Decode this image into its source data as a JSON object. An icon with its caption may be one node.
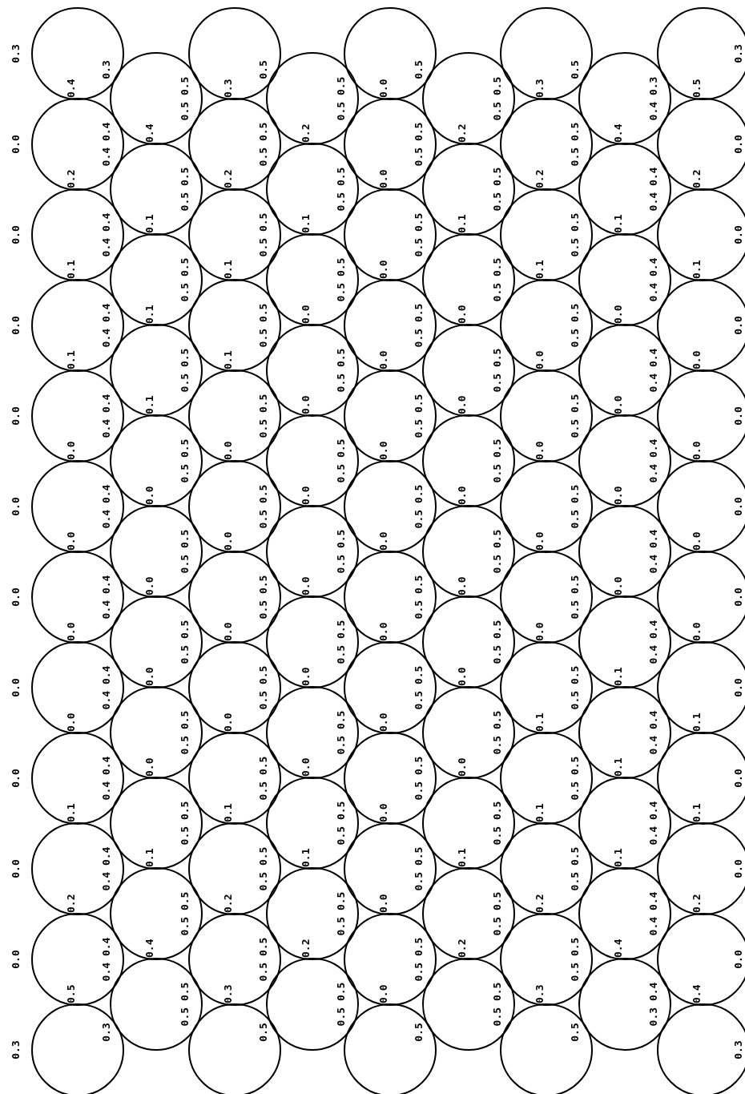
{
  "diagram": {
    "labels": [
      "0.3",
      "0.0",
      "0.0",
      "0.0",
      "0.0",
      "0.0",
      "0.0",
      "0.0",
      "0.0",
      "0.0",
      "0.0",
      "0.3",
      "0.4",
      "0.2",
      "0.1",
      "0.1",
      "0.0",
      "0.0",
      "0.0",
      "0.0",
      "0.1",
      "0.2",
      "0.5",
      "0.3",
      "0.4 0.4",
      "0.4 0.4",
      "0.4 0.4",
      "0.4 0.4",
      "0.4 0.4",
      "0.4 0.4",
      "0.4 0.4",
      "0.4 0.4",
      "0.4 0.4",
      "0.4 0.4",
      "0.3",
      "0.4",
      "0.1",
      "0.1",
      "0.1",
      "0.0",
      "0.0",
      "0.0",
      "0.0",
      "0.1",
      "0.4",
      "0.5 0.5",
      "0.5 0.5",
      "0.5 0.5",
      "0.5 0.5",
      "0.5 0.5",
      "0.5 0.5",
      "0.5 0.5",
      "0.5 0.5",
      "0.5 0.5",
      "0.5 0.5",
      "0.5 0.5",
      "0.3",
      "0.2",
      "0.1",
      "0.1",
      "0.0",
      "0.0",
      "0.0",
      "0.0",
      "0.1",
      "0.2",
      "0.3",
      "0.5",
      "0.5 0.5",
      "0.5 0.5",
      "0.5 0.5",
      "0.5 0.5",
      "0.5 0.5",
      "0.5 0.5",
      "0.5 0.5",
      "0.5 0.5",
      "0.5 0.5",
      "0.5 0.5",
      "0.5",
      "0.2",
      "0.1",
      "0.0",
      "0.0",
      "0.0",
      "0.0",
      "0.0",
      "0.0",
      "0.1",
      "0.2",
      "0.5 0.5",
      "0.5 0.5",
      "0.5 0.5",
      "0.5 0.5",
      "0.5 0.5",
      "0.5 0.5",
      "0.5 0.5",
      "0.5 0.5",
      "0.5 0.5",
      "0.5 0.5",
      "0.5 0.5",
      "0.0",
      "0.0",
      "0.0",
      "0.0",
      "0.0",
      "0.0",
      "0.0",
      "0.0",
      "0.0",
      "0.0",
      "0.0",
      "0.5",
      "0.5 0.5",
      "0.5 0.5",
      "0.5 0.5",
      "0.5 0.5",
      "0.5 0.5",
      "0.5 0.5",
      "0.5 0.5",
      "0.5 0.5",
      "0.5 0.5",
      "0.5 0.5",
      "0.5",
      "0.2",
      "0.1",
      "0.0",
      "0.0",
      "0.0",
      "0.0",
      "0.0",
      "0.0",
      "0.1",
      "0.2",
      "0.5 0.5",
      "0.5 0.5",
      "0.5 0.5",
      "0.5 0.5",
      "0.5 0.5",
      "0.5 0.5",
      "0.5 0.5",
      "0.5 0.5",
      "0.5 0.5",
      "0.5 0.5",
      "0.5 0.5",
      "0.3",
      "0.2",
      "0.1",
      "0.0",
      "0.0",
      "0.0",
      "0.0",
      "0.1",
      "0.1",
      "0.2",
      "0.3",
      "0.5",
      "0.5 0.5",
      "0.5 0.5",
      "0.5 0.5",
      "0.5 0.5",
      "0.5 0.5",
      "0.5 0.5",
      "0.5 0.5",
      "0.5 0.5",
      "0.5 0.5",
      "0.5 0.5",
      "0.5",
      "0.4",
      "0.1",
      "0.0",
      "0.0",
      "0.0",
      "0.0",
      "0.1",
      "0.1",
      "0.1",
      "0.4",
      "0.4 0.3",
      "0.4 0.4",
      "0.4 0.4",
      "0.4 0.4",
      "0.4 0.4",
      "0.4 0.4",
      "0.4 0.4",
      "0.4 0.4",
      "0.4 0.4",
      "0.4 0.4",
      "0.3 0.4",
      "0.5",
      "0.2",
      "0.1",
      "0.0",
      "0.0",
      "0.0",
      "0.0",
      "0.1",
      "0.1",
      "0.2",
      "0.4",
      "0.3",
      "0.0",
      "0.0",
      "0.0",
      "0.0",
      "0.0",
      "0.0",
      "0.0",
      "0.0",
      "0.0",
      "0.0",
      "0.3"
    ]
  }
}
